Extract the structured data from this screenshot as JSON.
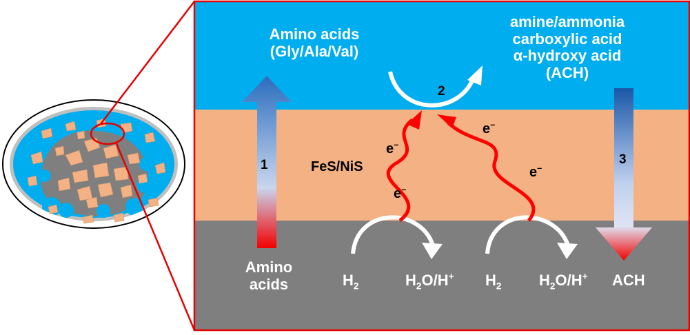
{
  "labels": {
    "top_left": [
      "Amino acids",
      "(Gly/Ala/Val)"
    ],
    "top_right": [
      "amine/ammonia",
      "carboxylic acid",
      "α-hydroxy acid",
      "(ACH)"
    ],
    "bottom_left": [
      "Amino",
      "acids"
    ],
    "catalyst": "FeS/NiS",
    "electron": "e",
    "electron_charge": "−",
    "hydrogen": "H",
    "hydrogen_sub": "2",
    "water": "H",
    "water_sub": "2",
    "water_rest": "O/H",
    "water_sup": "+",
    "ach": "ACH",
    "step1": "1",
    "step2": "2",
    "step3": "3"
  },
  "colors": {
    "ocean": "#00aeef",
    "mineral": "#f4b183",
    "rock": "#7f7f7f",
    "electron_path": "#ff0000",
    "zoom_outline": "#e60000",
    "arrow_top": "#1f5fb0",
    "arrow_bottom": "#ff0000"
  }
}
